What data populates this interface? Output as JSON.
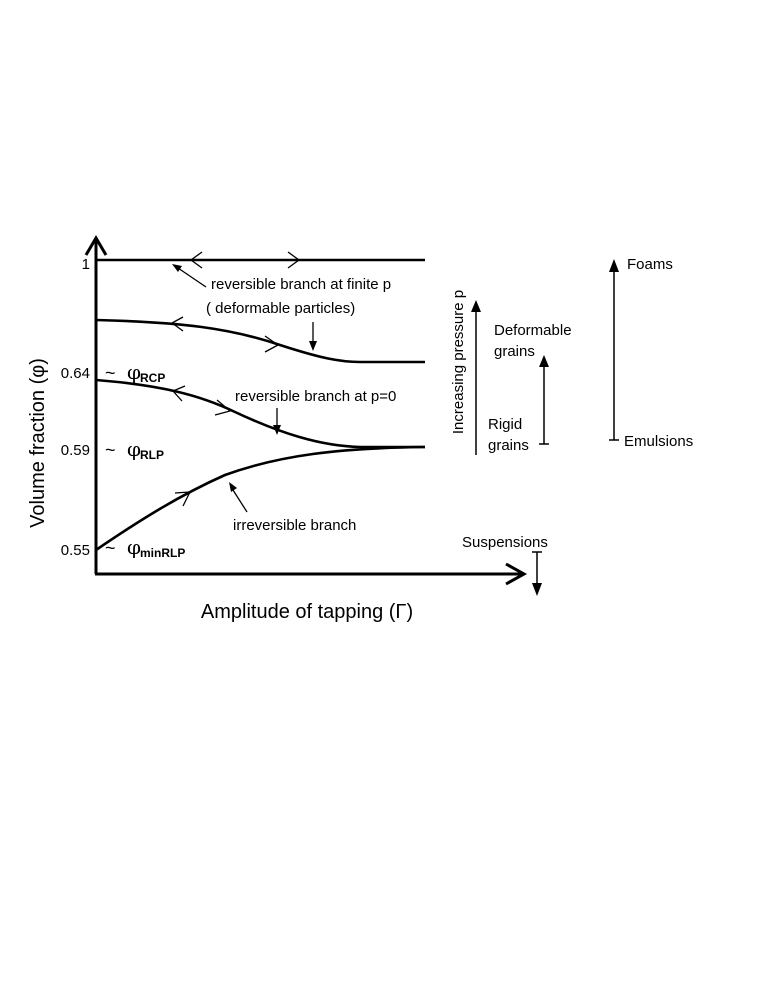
{
  "axes": {
    "y_title": "Volume fraction (φ)",
    "x_title": "Amplitude of tapping (Γ)",
    "y_ticks": [
      "1",
      "0.64",
      "0.59",
      "0.55"
    ]
  },
  "phi_labels": [
    {
      "prefix": "~ ",
      "symbol": "φ",
      "sub": "RCP"
    },
    {
      "prefix": "~ ",
      "symbol": "φ",
      "sub": "RLP"
    },
    {
      "prefix": "~ ",
      "symbol": "φ",
      "sub": "minRLP"
    }
  ],
  "annotations": {
    "finite_p_line1": "reversible branch at finite p",
    "finite_p_line2": "( deformable particles)",
    "p0": "reversible branch at p=0",
    "irreversible": "irreversible branch"
  },
  "legend": {
    "pressure": "Increasing pressure p",
    "deformable_line1": "Deformable",
    "deformable_line2": "grains",
    "rigid_line1": "Rigid",
    "rigid_line2": "grains",
    "foams": "Foams",
    "emulsions": "Emulsions",
    "suspensions": "Suspensions"
  }
}
